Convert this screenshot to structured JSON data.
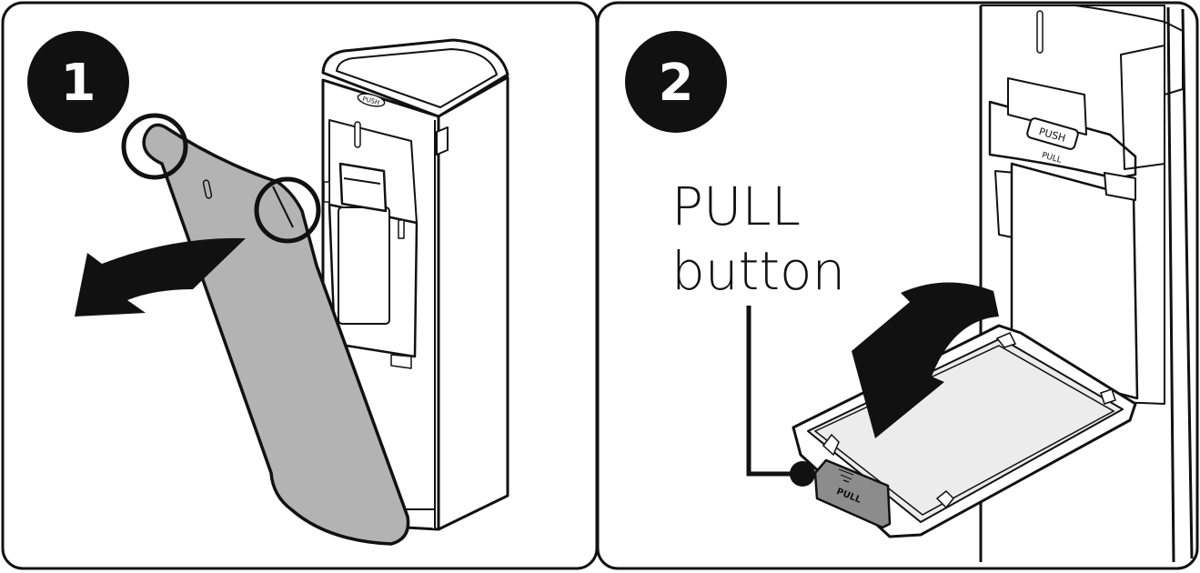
{
  "steps": [
    {
      "number": "1"
    },
    {
      "number": "2"
    }
  ],
  "labels": {
    "step1_push_badge": "PUSH",
    "step2_push_badge": "PUSH",
    "step2_pull_under_badge": "PULL",
    "tray_pull_label": "PULL",
    "callout_line1": "PULL",
    "callout_line2": "button"
  },
  "colors": {
    "stroke": "#111111",
    "cover_fill": "#b3b3b3",
    "tray_fill": "#ececec",
    "button_fill": "#8c8c8c",
    "badge_fill": "#111111",
    "badge_text": "#ffffff"
  }
}
